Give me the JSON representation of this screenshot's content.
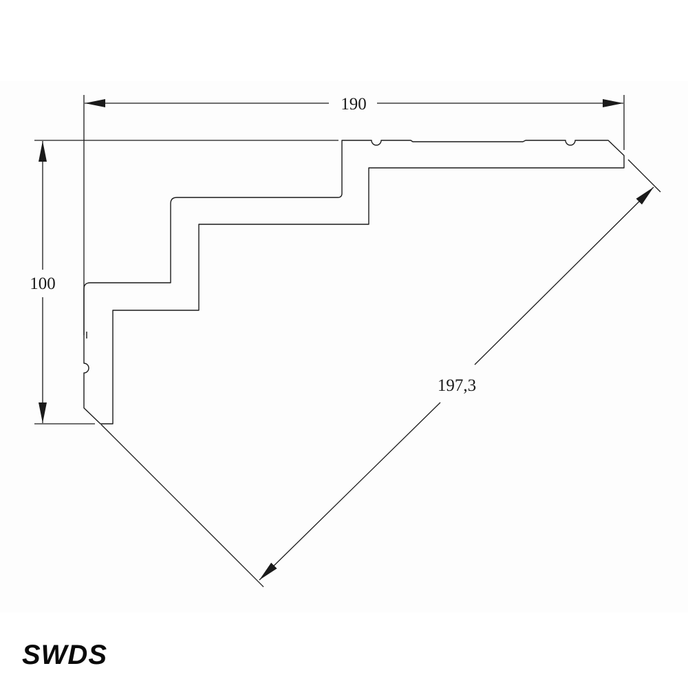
{
  "drawing": {
    "dimensions": {
      "width_label": "190",
      "height_label": "100",
      "diagonal_label": "197,3"
    },
    "line_color": "#1a1a1a"
  },
  "brand": {
    "text": "SWDS"
  }
}
